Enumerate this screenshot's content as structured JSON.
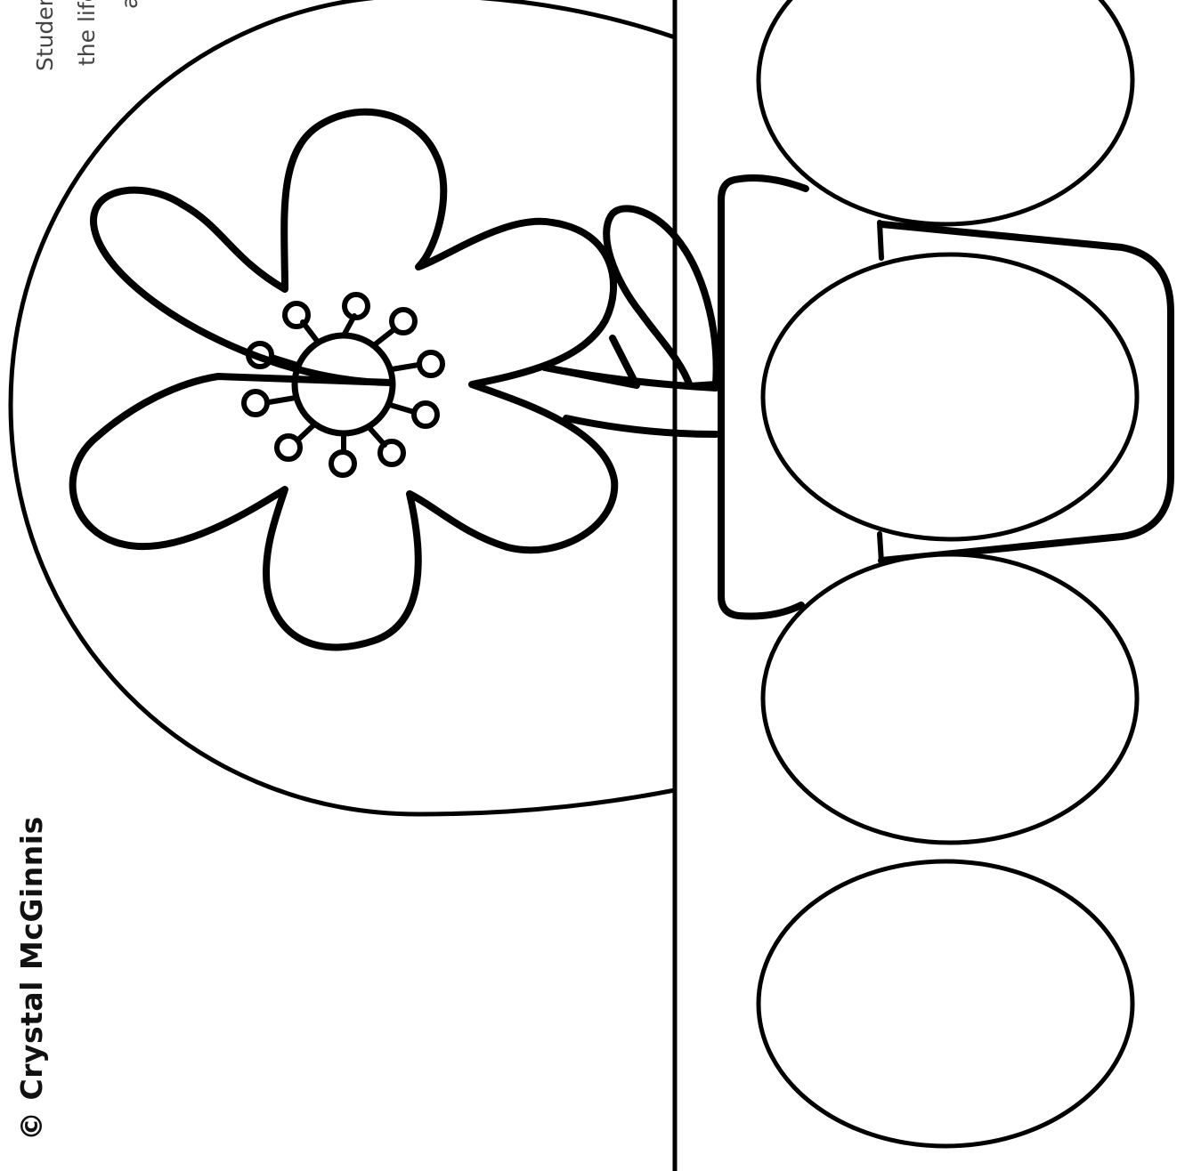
{
  "footer": {
    "copyright": "© Crystal McGinnis"
  },
  "instructions": {
    "line1": "Student",
    "line2": "the life",
    "line3": "a"
  },
  "colors": {
    "line": "#000000",
    "background": "#ffffff"
  }
}
